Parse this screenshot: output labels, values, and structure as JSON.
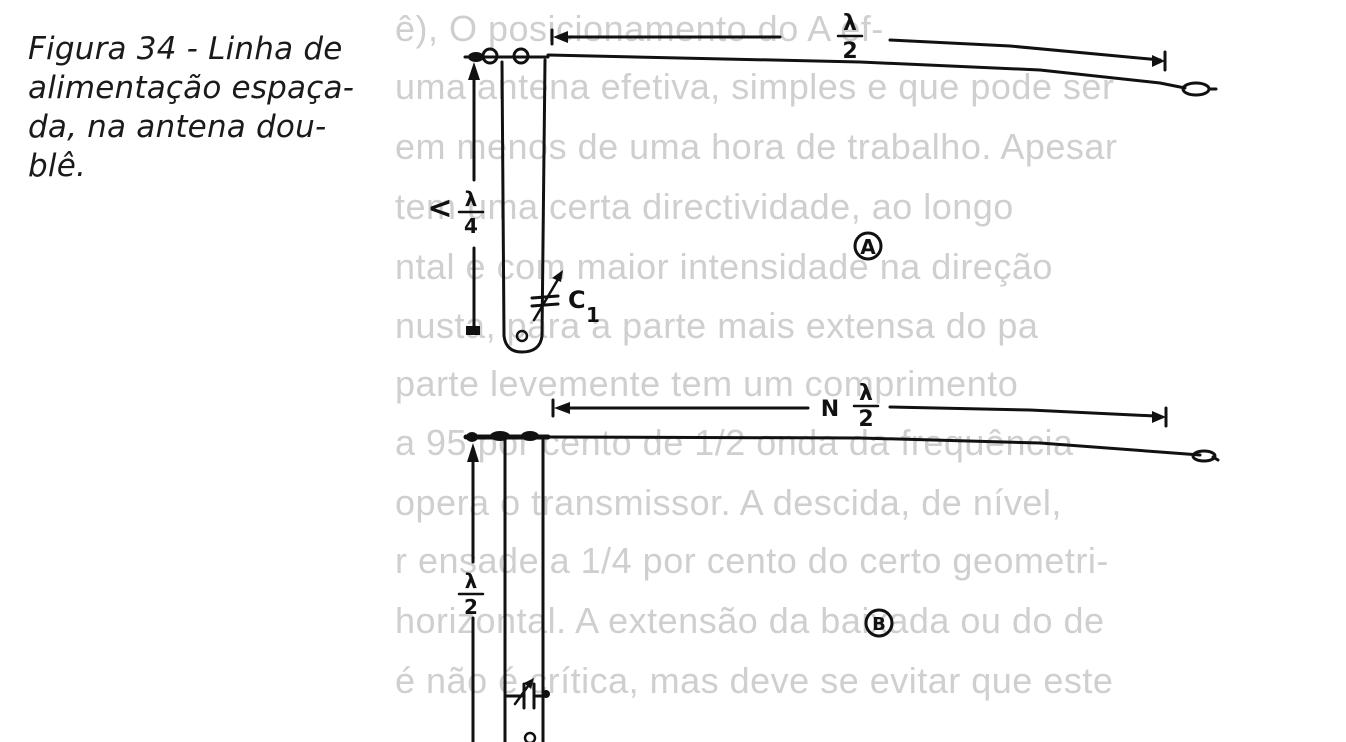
{
  "caption": {
    "lines": [
      "Figura 34 - Linha de",
      "alimentação espaça-",
      "da, na antena dou-",
      "blê."
    ]
  },
  "bleed_through": [
    "ê), O posicionamento do A ef-",
    "uma antena efetiva, simples e que pode ser",
    "em menos de uma hora de trabalho. Apesar",
    "tem uma certa directividade, ao longo",
    "ntal e com maior intensidade na direção",
    "nusta, para a parte mais extensa do pa",
    "parte levemente tem um comprimento",
    "a 95 por cento de 1/2 onda da frequência",
    "opera o transmissor. A descida, de nível,",
    "r ensade a 1/4 por cento do certo geometri-",
    "horizontal. A extensão da baixada ou do de",
    "é não é crítica, mas deve se evitar que este"
  ],
  "figure": {
    "diagram_a": {
      "marker": "A",
      "top_span_label": {
        "num": "λ",
        "den": "2"
      },
      "side_label": {
        "prefix": "<",
        "num": "λ",
        "den": "4"
      },
      "capacitor_label": "C",
      "capacitor_sub": "1"
    },
    "diagram_b": {
      "marker": "B",
      "top_span_label": {
        "prefix": "N",
        "num": "λ",
        "den": "2"
      },
      "side_label": {
        "num": "λ",
        "den": "2"
      }
    }
  }
}
